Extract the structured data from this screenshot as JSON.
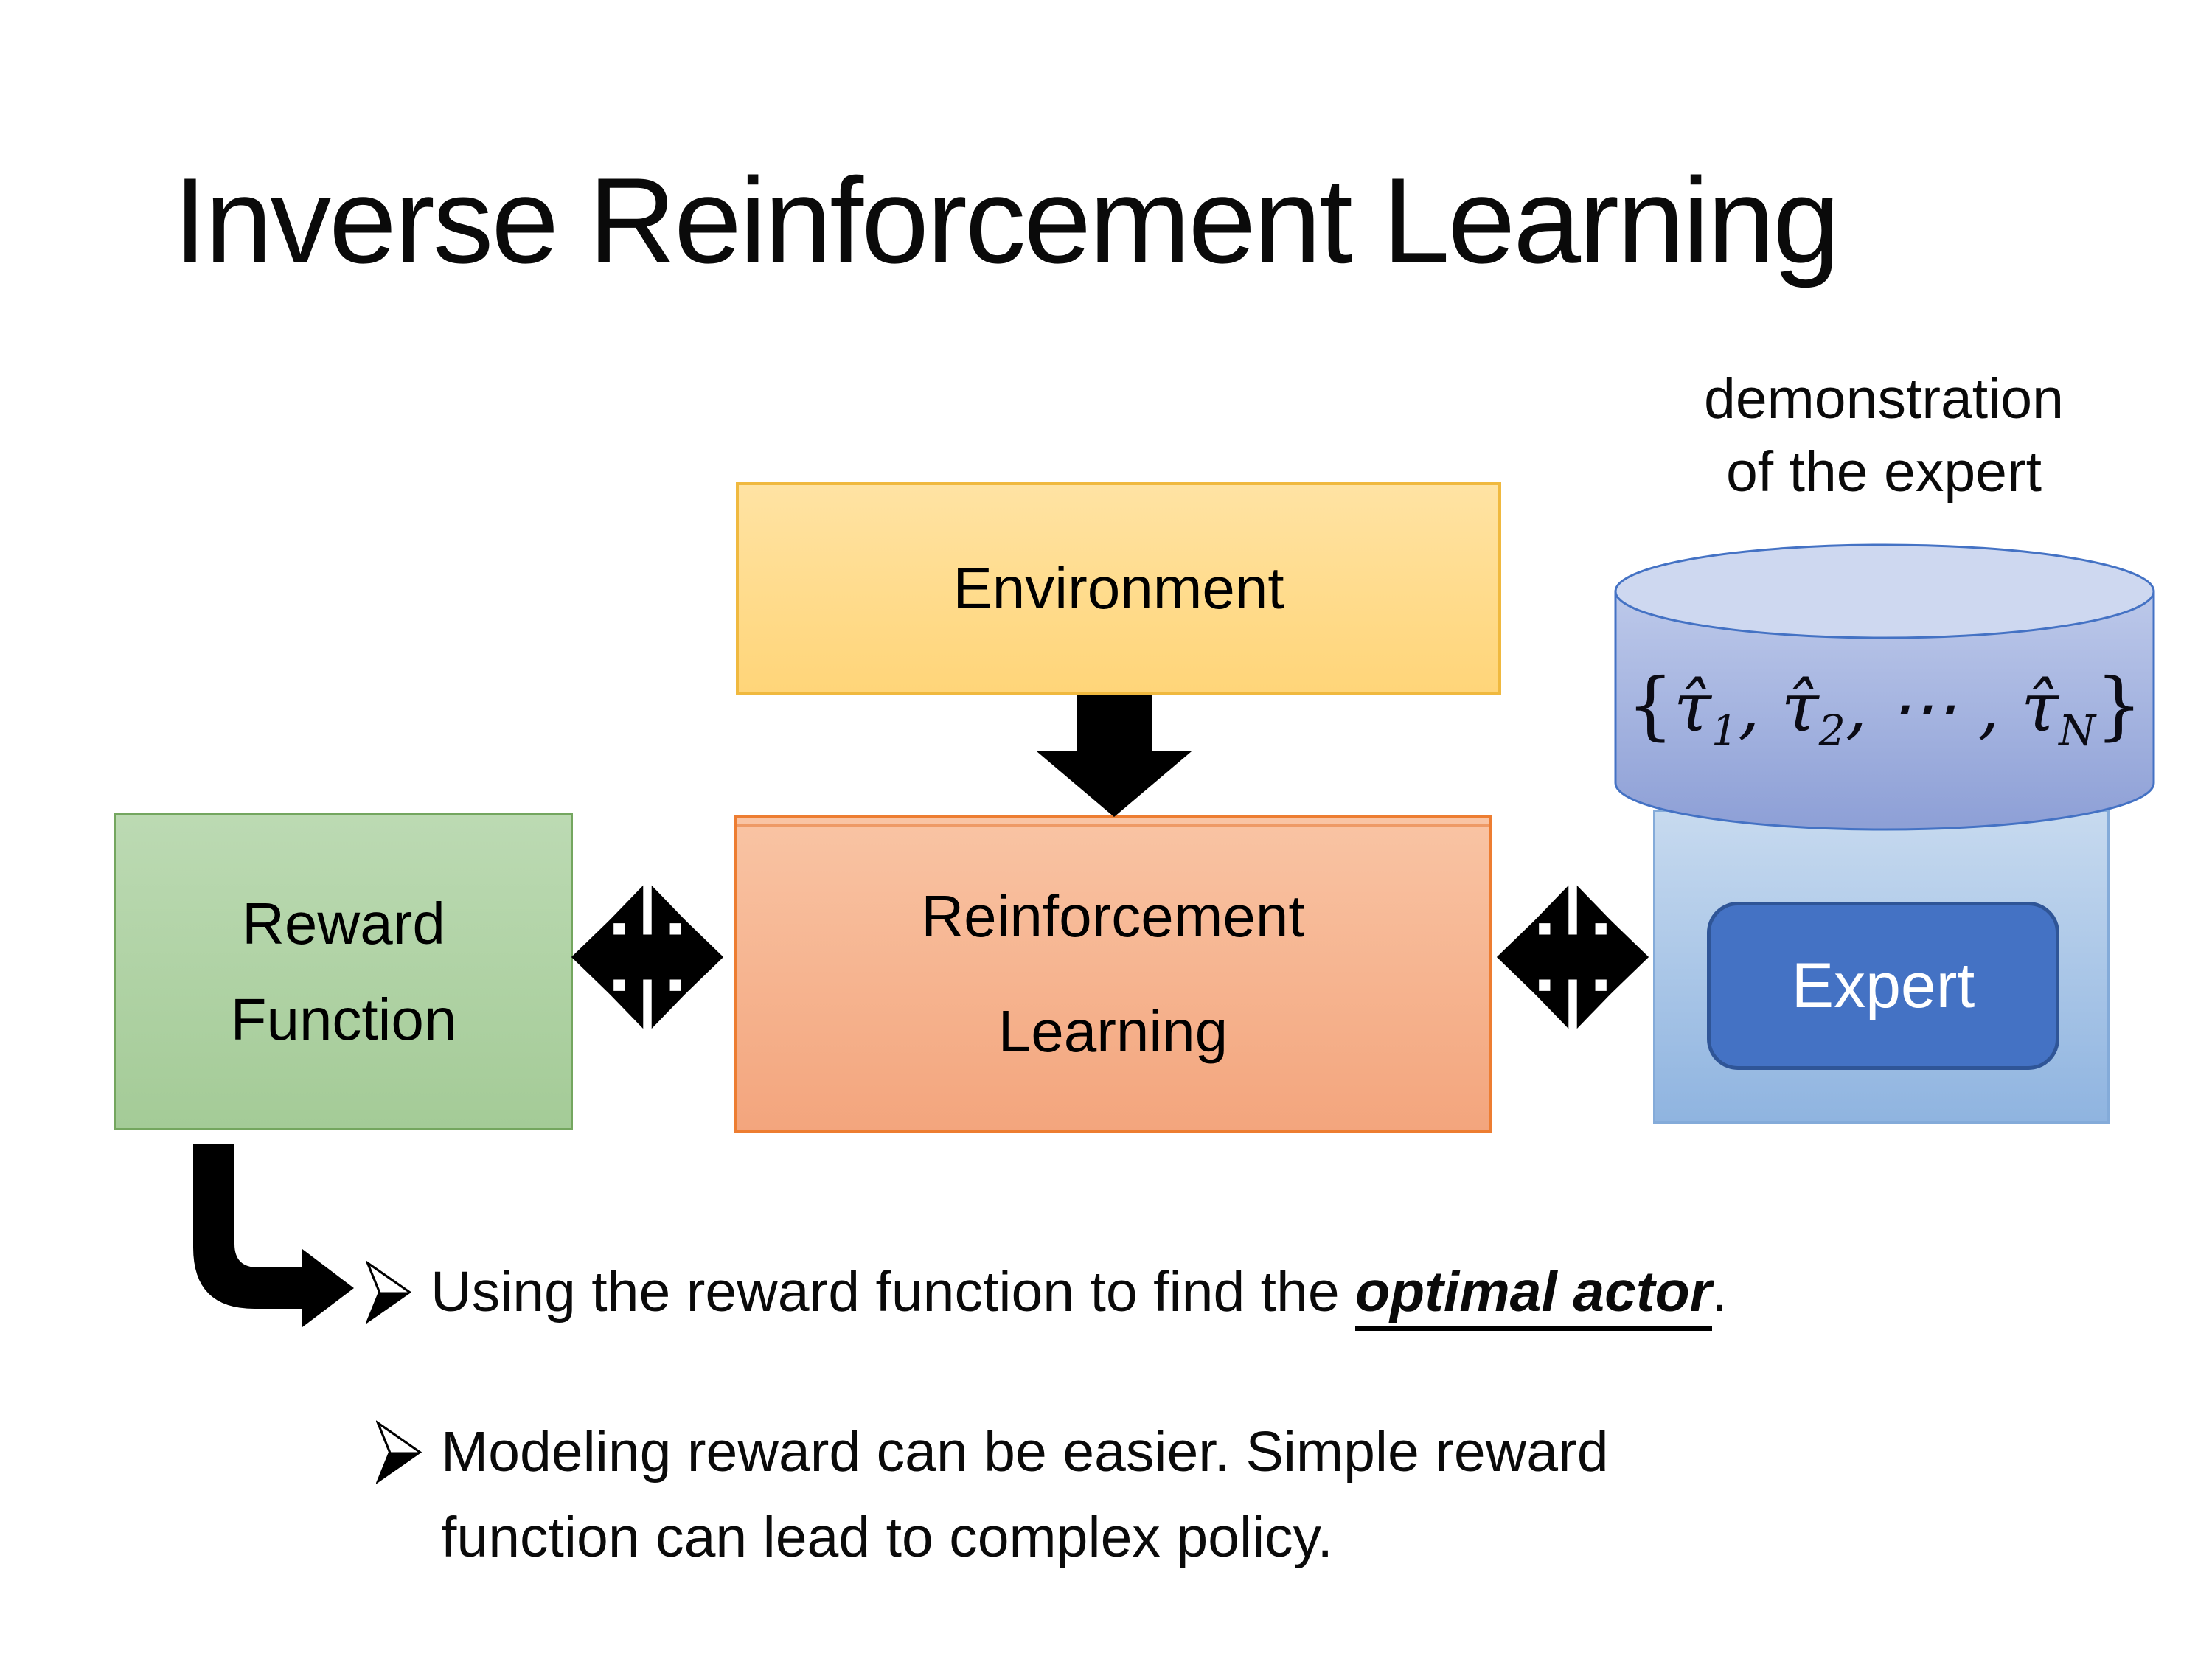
{
  "slide": {
    "title": "Inverse Reinforcement Learning",
    "annotation": {
      "line1": "demonstration",
      "line2": "of the expert"
    },
    "nodes": {
      "environment": {
        "label": "Environment",
        "fill_top": "#FFE3A3",
        "fill_bottom": "#FFD579",
        "border": "#F0B93F"
      },
      "reward_function": {
        "label_line1": "Reward",
        "label_line2": "Function",
        "fill_top": "#BCDAB3",
        "fill_bottom": "#A4CB97",
        "border": "#74A65F"
      },
      "reinforcement_learning": {
        "label_line1": "Reinforcement",
        "label_line2": "Learning",
        "fill_top": "#F9C4A4",
        "fill_bottom": "#F3A57D",
        "border": "#ED7D31"
      },
      "expert": {
        "label": "Expert",
        "fill": "#4472C4",
        "border": "#2F5597",
        "text_color": "#FFFFFF",
        "container_fill_top": "#C7DAEF",
        "container_fill_bottom": "#8FB4E0"
      },
      "demonstration_database": {
        "formula_open": "{",
        "formula_tau1": "τ̂",
        "formula_sub1": "1",
        "formula_sep1": ", ",
        "formula_tau2": "τ̂",
        "formula_sub2": "2",
        "formula_sep2": ", ⋯ , ",
        "formula_tau3": "τ̂",
        "formula_sub3": "N",
        "formula_close": "}",
        "body_fill_top": "#BDC9EA",
        "body_fill_bottom": "#8D9FD6",
        "top_fill": "#CED8F0",
        "border": "#4472C4"
      }
    },
    "arrow_color": "#000000",
    "bullets": [
      {
        "pre": "Using the reward function to find the ",
        "emphasis": "optimal actor",
        "post": "."
      },
      {
        "line1": "Modeling reward can be easier. Simple reward",
        "line2": "function can lead to complex policy."
      }
    ]
  }
}
